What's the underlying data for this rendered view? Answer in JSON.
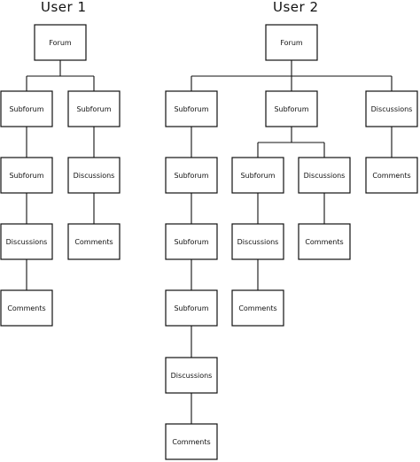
{
  "diagrams": [
    {
      "title": "User 1",
      "nodes": [
        {
          "id": "u1-forum",
          "label": "Forum"
        },
        {
          "id": "u1-subforum-a",
          "label": "Subforum"
        },
        {
          "id": "u1-subforum-b",
          "label": "Subforum"
        },
        {
          "id": "u1-subforum-a2",
          "label": "Subforum"
        },
        {
          "id": "u1-discussions-b",
          "label": "Discussions"
        },
        {
          "id": "u1-discussions-a",
          "label": "Discussions"
        },
        {
          "id": "u1-comments-b",
          "label": "Comments"
        },
        {
          "id": "u1-comments-a",
          "label": "Comments"
        }
      ],
      "edges": [
        [
          "u1-forum",
          "u1-subforum-a"
        ],
        [
          "u1-forum",
          "u1-subforum-b"
        ],
        [
          "u1-subforum-a",
          "u1-subforum-a2"
        ],
        [
          "u1-subforum-a2",
          "u1-discussions-a"
        ],
        [
          "u1-discussions-a",
          "u1-comments-a"
        ],
        [
          "u1-subforum-b",
          "u1-discussions-b"
        ],
        [
          "u1-discussions-b",
          "u1-comments-b"
        ]
      ]
    },
    {
      "title": "User 2",
      "nodes": [
        {
          "id": "u2-forum",
          "label": "Forum"
        },
        {
          "id": "u2-subforum-1",
          "label": "Subforum"
        },
        {
          "id": "u2-subforum-2",
          "label": "Subforum"
        },
        {
          "id": "u2-discussions-3",
          "label": "Discussions"
        },
        {
          "id": "u2-subforum-1b",
          "label": "Subforum"
        },
        {
          "id": "u2-subforum-2a",
          "label": "Subforum"
        },
        {
          "id": "u2-discussions-2b",
          "label": "Discussions"
        },
        {
          "id": "u2-comments-3",
          "label": "Comments"
        },
        {
          "id": "u2-subforum-1c",
          "label": "Subforum"
        },
        {
          "id": "u2-discussions-2a",
          "label": "Discussions"
        },
        {
          "id": "u2-comments-2b",
          "label": "Comments"
        },
        {
          "id": "u2-subforum-1d",
          "label": "Subforum"
        },
        {
          "id": "u2-comments-2a",
          "label": "Comments"
        },
        {
          "id": "u2-discussions-1",
          "label": "Discussions"
        },
        {
          "id": "u2-comments-1",
          "label": "Comments"
        }
      ],
      "edges": [
        [
          "u2-forum",
          "u2-subforum-1"
        ],
        [
          "u2-forum",
          "u2-subforum-2"
        ],
        [
          "u2-forum",
          "u2-discussions-3"
        ],
        [
          "u2-subforum-1",
          "u2-subforum-1b"
        ],
        [
          "u2-subforum-1b",
          "u2-subforum-1c"
        ],
        [
          "u2-subforum-1c",
          "u2-subforum-1d"
        ],
        [
          "u2-subforum-1d",
          "u2-discussions-1"
        ],
        [
          "u2-discussions-1",
          "u2-comments-1"
        ],
        [
          "u2-subforum-2",
          "u2-subforum-2a"
        ],
        [
          "u2-subforum-2",
          "u2-discussions-2b"
        ],
        [
          "u2-subforum-2a",
          "u2-discussions-2a"
        ],
        [
          "u2-discussions-2a",
          "u2-comments-2a"
        ],
        [
          "u2-discussions-2b",
          "u2-comments-2b"
        ],
        [
          "u2-discussions-3",
          "u2-comments-3"
        ]
      ]
    }
  ]
}
